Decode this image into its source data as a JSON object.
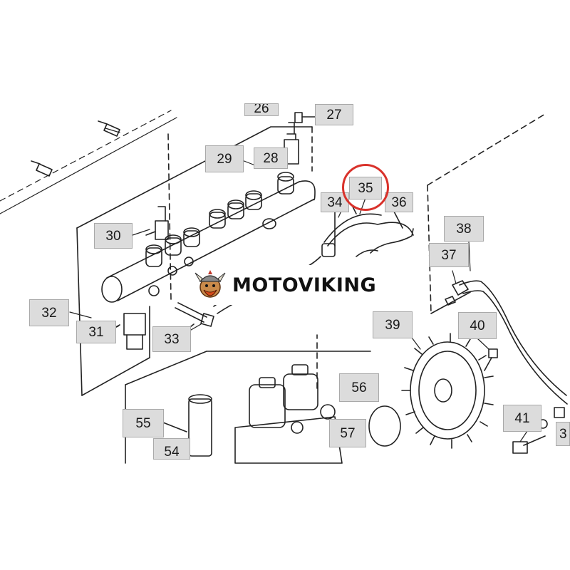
{
  "watermark": {
    "text": "MOTOVIKING",
    "logo_icon": "viking-mascot-icon"
  },
  "highlight": {
    "label": "35",
    "color": "#d9322b"
  },
  "labels": {
    "l26": "26",
    "l27": "27",
    "l28": "28",
    "l29": "29",
    "l30": "30",
    "l31": "31",
    "l32": "32",
    "l33": "33",
    "l34": "34",
    "l35": "35",
    "l36": "36",
    "l37": "37",
    "l38": "38",
    "l39": "39",
    "l40": "40",
    "l41": "41",
    "l54": "54",
    "l55": "55",
    "l56": "56",
    "l57": "57",
    "l3x": "3"
  },
  "colors": {
    "label_bg": "#dcdcdc",
    "line": "#222222"
  }
}
